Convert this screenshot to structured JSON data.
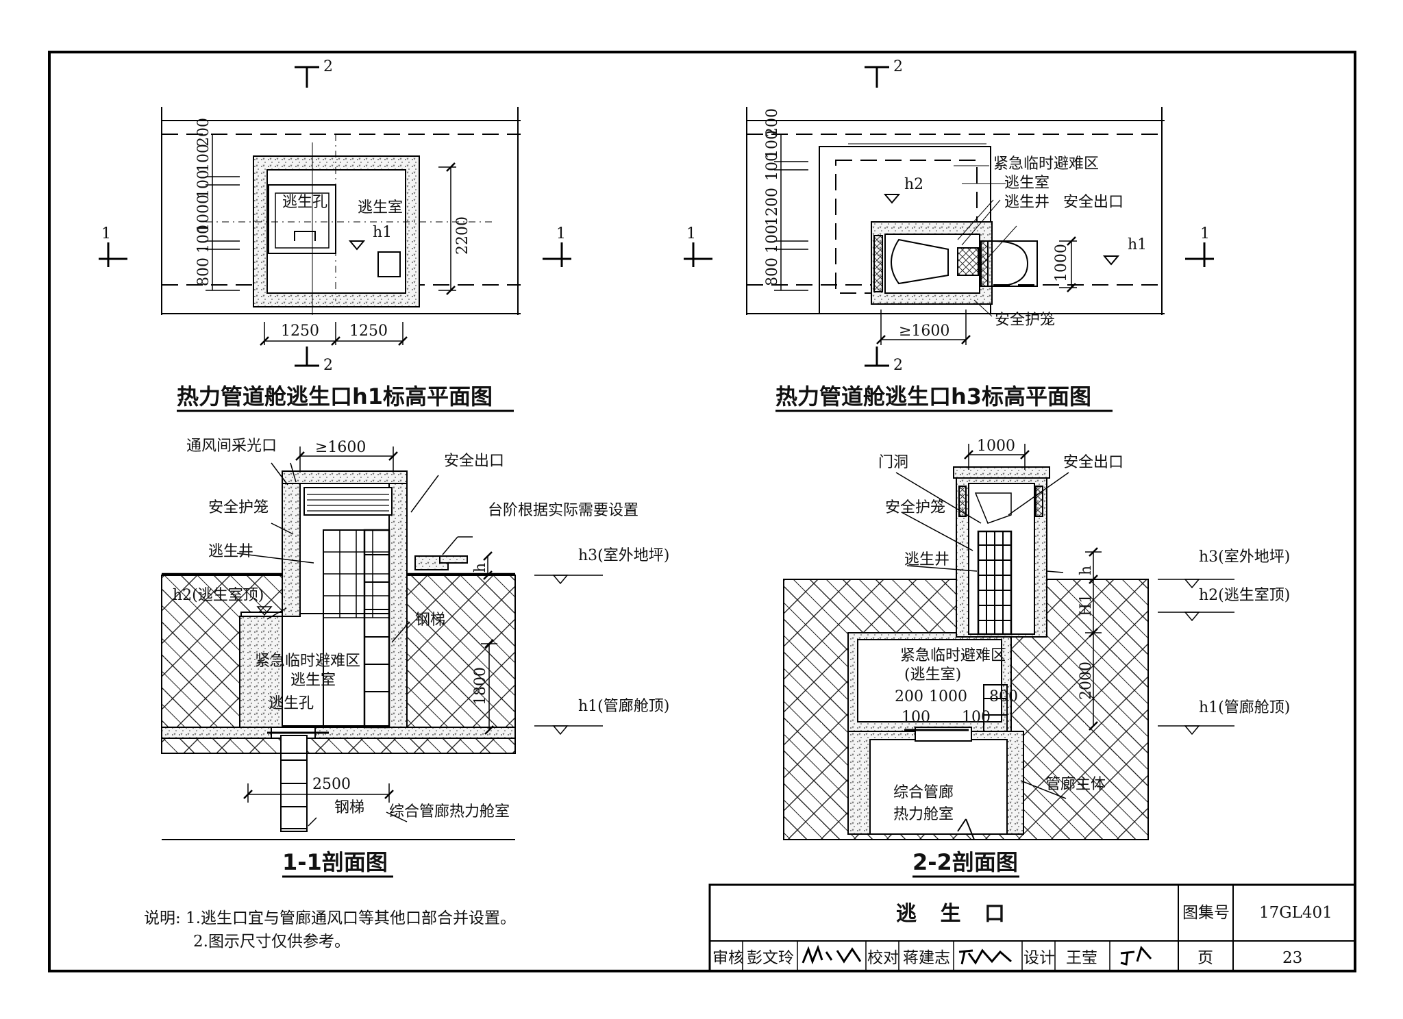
{
  "plan_h1": {
    "title": "热力管道舱逃生口h1标高平面图",
    "labels": {
      "hole": "逃生孔",
      "room": "逃生室",
      "h1": "h1"
    },
    "dims": {
      "d1250a": "1250",
      "d1250b": "1250",
      "d2200": "2200",
      "d800": "800",
      "d100a": "100",
      "d1000": "1000",
      "d100b": "100",
      "d100c": "100",
      "d200": "200"
    },
    "section_marks": {
      "s1": "1",
      "s2": "2"
    }
  },
  "plan_h3": {
    "title": "热力管道舱逃生口h3标高平面图",
    "labels": {
      "refuge": "紧急临时避难区",
      "room": "逃生室",
      "well": "逃生井",
      "exit": "安全出口",
      "cage": "安全护笼",
      "h2": "h2",
      "h1": "h1"
    },
    "dims": {
      "d1600": "≥1600",
      "d1000": "1000",
      "d800": "800",
      "d100a": "100",
      "d1200": "1200",
      "d100b": "100",
      "d100c": "100",
      "d200": "200"
    },
    "section_marks": {
      "s1": "1",
      "s2": "2"
    }
  },
  "section_1": {
    "title": "1-1剖面图",
    "labels": {
      "vent": "通风间采光口",
      "exit": "安全出口",
      "cage": "安全护笼",
      "step": "台阶根据实际需要设置",
      "well": "逃生井",
      "h3": "h3(室外地坪)",
      "h2": "h2(逃生室顶)",
      "ladder1": "钢梯",
      "refuge": "紧急临时避难区",
      "room": "逃生室",
      "hole": "逃生孔",
      "h1": "h1(管廊舱顶)",
      "ladder2": "钢梯",
      "chamber": "综合管廊热力舱室"
    },
    "dims": {
      "d1600": "≥1600",
      "h": "h",
      "d1800": "1800",
      "d2500": "2500"
    }
  },
  "section_2": {
    "title": "2-2剖面图",
    "labels": {
      "door": "门洞",
      "exit": "安全出口",
      "cage": "安全护笼",
      "well": "逃生井",
      "h3": "h3(室外地坪)",
      "h2": "h2(逃生室顶)",
      "refuge": "紧急临时避难区",
      "room": "(逃生室)",
      "h1": "h1(管廊舱顶)",
      "body": "管廊主体",
      "chamber1": "综合管廊",
      "chamber2": "热力舱室"
    },
    "dims": {
      "d1000": "1000",
      "h": "h",
      "H1": "H1",
      "d2000": "2000",
      "d200": "200",
      "d1000b": "1000",
      "d800": "800",
      "d100a": "100",
      "d100b": "100"
    }
  },
  "notes": {
    "line1": "说明: 1.逃生口宜与管廊通风口等其他口部合并设置。",
    "line2": "2.图示尺寸仅供参考。"
  },
  "title_block": {
    "drawing_name": "逃 生 口",
    "atlas_label": "图集号",
    "atlas_no": "17GL401",
    "review_label": "审核",
    "reviewer": "彭文玲",
    "check_label": "校对",
    "checker": "蒋建志",
    "design_label": "设计",
    "designer": "王莹",
    "page_label": "页",
    "page_no": "23"
  }
}
